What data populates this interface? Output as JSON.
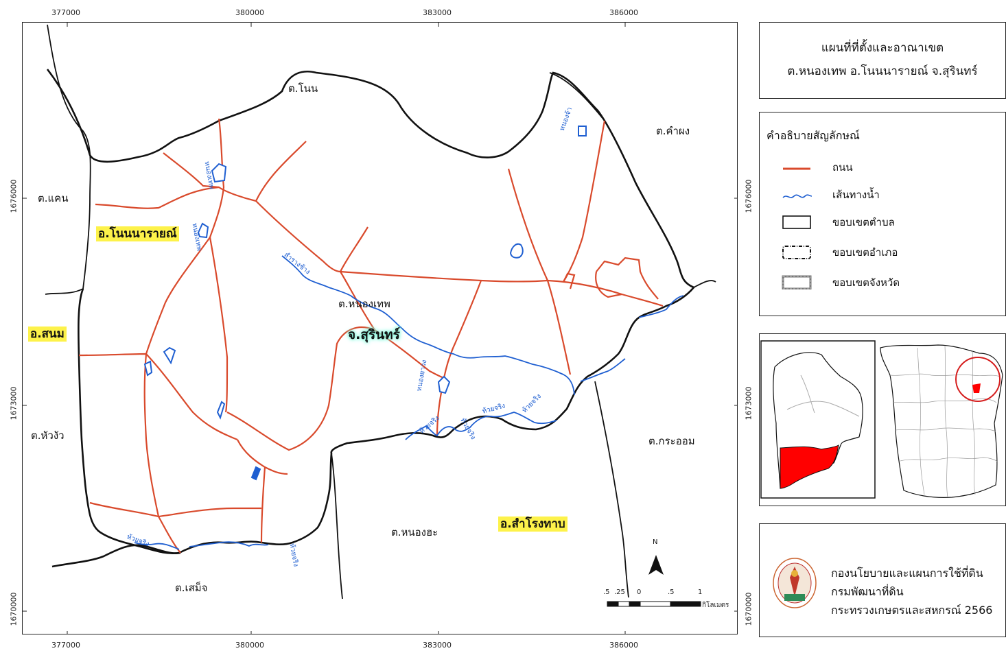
{
  "grid": {
    "x_ticks": [
      "377000",
      "380000",
      "383000",
      "386000"
    ],
    "y_ticks": [
      "1676000",
      "1673000",
      "1670000"
    ]
  },
  "map_labels": {
    "non": "ต.โนน",
    "khamphong": "ต.คำผง",
    "khaen": "ต.แคน",
    "huawua": "ต.หัวงัว",
    "kraom": "ต.กระออม",
    "nonghae": "ต.หนองฮะ",
    "samet": "ต.เสม็จ",
    "nongthep": "ต.หนองเทพ",
    "amphoe_nonnarai": "อ.โนนนารายณ์",
    "amphoe_sanom": "อ.สนม",
    "amphoe_samrongthap": "อ.สำโรงทาบ",
    "province_surin": "จ.สุรินทร์"
  },
  "water_labels": {
    "sarang_chang": "สำรางช้าง",
    "huai_chring_1": "ห้วยจริง",
    "huai_chring_2": "ห้วยจริง",
    "huai_chring_3": "ห้วยจริง",
    "huai_chring_4": "ห้วยจริง",
    "huai_chring_5": "ห้วยจริง",
    "huai_chring_6": "ห้วยจริง",
    "nong_thep_pond": "หนองเทพ",
    "nong_thep_pond_2": "หนองเทพ",
    "nong_ya_wong": "หนองยาวง",
    "nong_ta": "หนองจ้า"
  },
  "title": {
    "line1": "แผนที่ที่ตั้งและอาณาเขต",
    "line2": "ต.หนองเทพ อ.โนนนารายณ์ จ.สุรินทร์"
  },
  "legend": {
    "heading": "คำอธิบายสัญลักษณ์",
    "items": [
      {
        "label": "ถนน",
        "symbol": "road"
      },
      {
        "label": "เส้นทางน้ำ",
        "symbol": "waterway"
      },
      {
        "label": "ขอบเขตตำบล",
        "symbol": "subdistrict-boundary"
      },
      {
        "label": "ขอบเขตอำเภอ",
        "symbol": "district-boundary"
      },
      {
        "label": "ขอบเขตจังหวัด",
        "symbol": "province-boundary"
      }
    ]
  },
  "scale": {
    "ticks": [
      ".5",
      ".25",
      "0",
      ".5",
      "1"
    ],
    "unit": "กิโลเมตร"
  },
  "north_label": "N",
  "credit": {
    "line1": "กองนโยบายและแผนการใช้ที่ดิน",
    "line2": "กรมพัฒนาที่ดิน",
    "line3": "กระทรวงเกษตรและสหกรณ์ 2566"
  },
  "colors": {
    "road": "#d94a2c",
    "water": "#1f5fd1",
    "boundary": "#111111",
    "highlight": "#fdf24a",
    "province_glow": "#7ff5d9",
    "inset_fill": "#ff0000"
  }
}
